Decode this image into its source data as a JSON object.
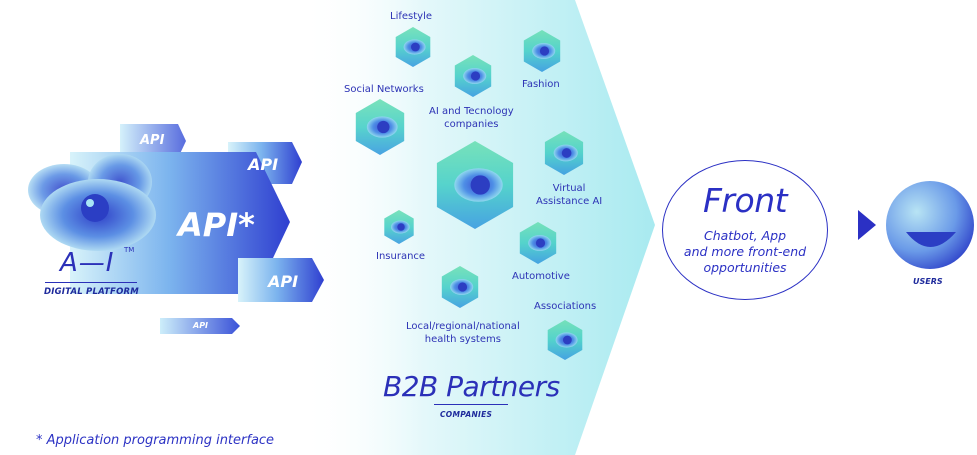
{
  "platform": {
    "logo_text": "A—I",
    "trademark": "TM",
    "subtitle": "DIGITAL PLATFORM"
  },
  "api_labels": {
    "small_top": "API",
    "medium_right_top": "API",
    "main": "API*",
    "medium_right_bottom": "API",
    "tiny_bottom": "API"
  },
  "partners": {
    "title": "B2B Partners",
    "subtitle": "COMPANIES",
    "categories": {
      "lifestyle": "Lifestyle",
      "fashion": "Fashion",
      "social_networks": "Social Networks",
      "ai_tech": "AI and Tecnology\ncompanies",
      "virtual_assistance": "Virtual\nAssistance AI",
      "insurance": "Insurance",
      "automotive": "Automotive",
      "associations": "Associations",
      "health": "Local/regional/national\nhealth systems"
    }
  },
  "front": {
    "title": "Front",
    "subtitle": "Chatbot, App\nand more front-end\nopportunities"
  },
  "users": {
    "label": "USERS"
  },
  "footnote": "* Application programming interface",
  "colors": {
    "brand_blue": "#2b30b8",
    "cyan_light": "#bff0f4",
    "hex_green": "#4fd8b4",
    "api_gradient_start": "#c9eef8",
    "api_gradient_end": "#2f3fd0"
  }
}
